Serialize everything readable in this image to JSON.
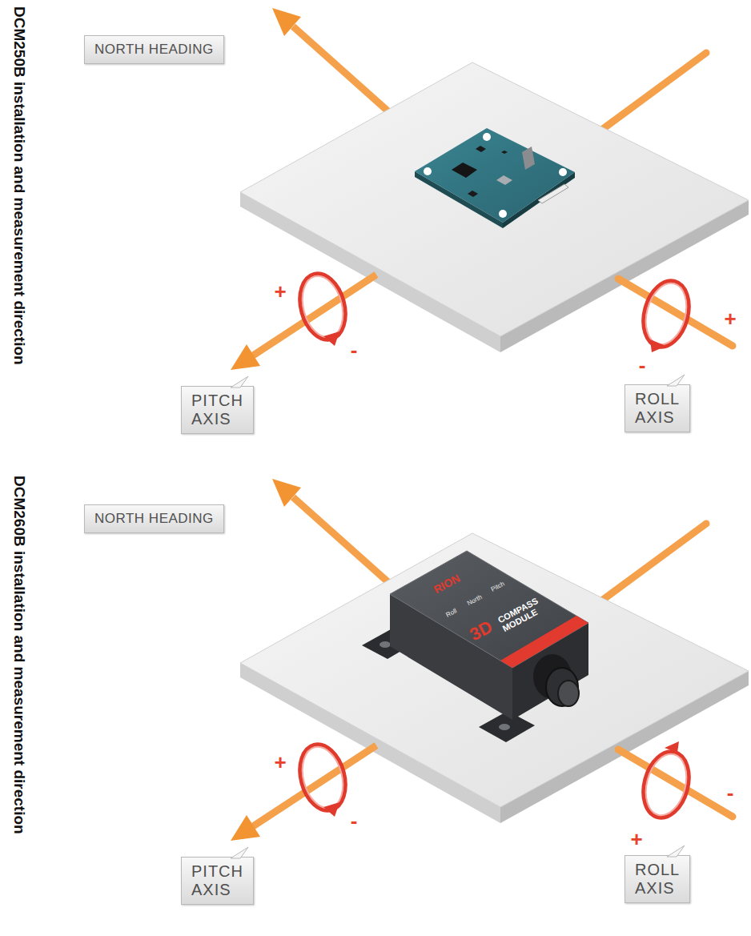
{
  "diagram": {
    "nodes": [
      {
        "text": [
          "NORTH HEADING"
        ]
      },
      {
        "text": [
          "PITCH AXIS"
        ]
      },
      {
        "text": [
          "ROLL AXIS"
        ]
      },
      {
        "text": [
          "NORTH HEADING"
        ]
      },
      {
        "text": [
          "PITCH AXIS"
        ]
      },
      {
        "text": [
          "ROLL AXIS"
        ]
      }
    ],
    "labels": [
      "DCM250B installation and measurement direction",
      "+",
      "-",
      "+",
      "-",
      "DCM260B installation and measurement direction",
      "RION",
      "Roll",
      "North",
      "Pitch",
      "3D",
      "COMPASS MODULE",
      "+",
      "-",
      "-",
      "+"
    ]
  }
}
